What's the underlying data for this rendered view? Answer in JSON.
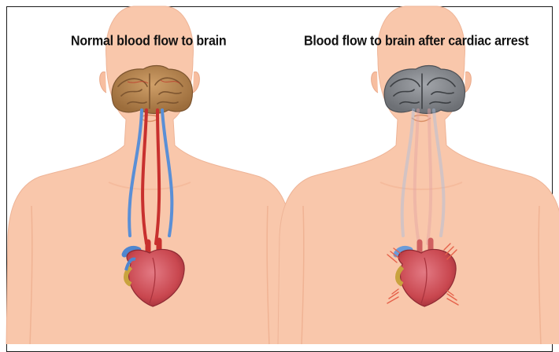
{
  "panels": [
    {
      "title": "Normal blood flow to brain",
      "state": "normal"
    },
    {
      "title": "Blood flow to brain after cardiac arrest",
      "state": "cardiac-arrest"
    }
  ],
  "colors": {
    "skin": "#f9c7ab",
    "skin_line": "#e9a98a",
    "brain_normal": "#b8864f",
    "brain_arrest": "#8a8d92",
    "artery": "#c8302e",
    "vein": "#5a8fd6",
    "heart": "#c9474f",
    "shock_marks": "#e5614a"
  }
}
